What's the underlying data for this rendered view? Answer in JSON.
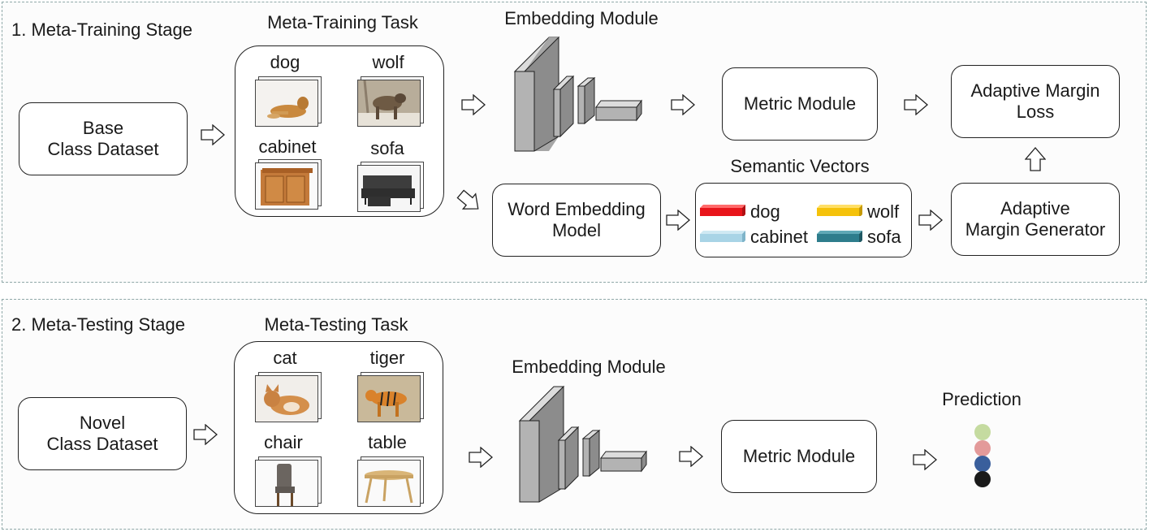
{
  "stage1": {
    "title": "1. Meta-Training Stage",
    "dataset": "Base\nClass Dataset",
    "task_title": "Meta-Training Task",
    "classes": [
      "dog",
      "wolf",
      "cabinet",
      "sofa"
    ],
    "embedding_title": "Embedding Module",
    "metric": "Metric Module",
    "loss": "Adaptive Margin\nLoss",
    "word_embedding": "Word Embedding\nModel",
    "semantic_title": "Semantic Vectors",
    "semantic_items": [
      {
        "label": "dog",
        "color": "#e8141a"
      },
      {
        "label": "wolf",
        "color": "#f5c20a"
      },
      {
        "label": "cabinet",
        "color": "#a8d4e6"
      },
      {
        "label": "sofa",
        "color": "#2e7d8c"
      }
    ],
    "margin_generator": "Adaptive\nMargin Generator"
  },
  "stage2": {
    "title": "2. Meta-Testing Stage",
    "dataset": "Novel\nClass Dataset",
    "task_title": "Meta-Testing Task",
    "classes": [
      "cat",
      "tiger",
      "chair",
      "table"
    ],
    "embedding_title": "Embedding Module",
    "metric": "Metric Module",
    "prediction_title": "Prediction",
    "prediction_colors": [
      "#c5dba0",
      "#e39a9a",
      "#3a5f9c",
      "#1a1a1a"
    ]
  }
}
